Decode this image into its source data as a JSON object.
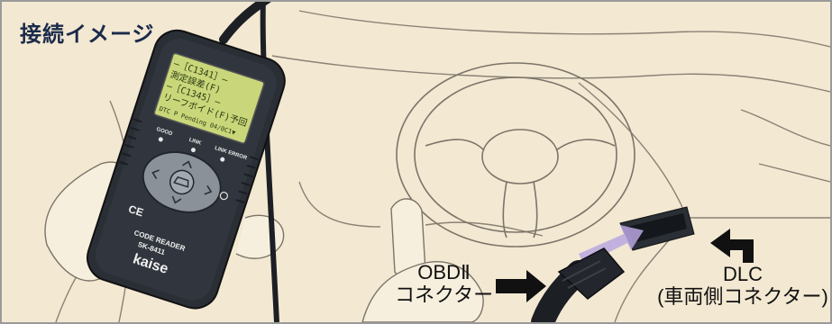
{
  "title": "接続イメージ",
  "callouts": {
    "obd_line1": "OBDⅡ",
    "obd_line2": "コネクター",
    "dlc_line1": "DLC",
    "dlc_line2": "(車両側コネクター)"
  },
  "device": {
    "lcd_line1": "—［C1341］—",
    "lcd_line2": "測定誤差(F)",
    "lcd_line3": "—［C1345］—",
    "lcd_line4": "リーフボイド(F)予回",
    "lcd_line5": "DTC P Pending 04/0C1▼",
    "indicator_good": "GOOD",
    "indicator_link": "LINK",
    "indicator_link_error": "LINK ERROR",
    "product_line1": "CODE READER",
    "product_line2": "SK-8411",
    "brand": "kaise"
  },
  "colors": {
    "background": "#f3e8d2",
    "device_body": "#2a2f36",
    "lcd": "#c9d77a",
    "arrow": "#111111",
    "plug_glow": "#b9a6e0"
  }
}
